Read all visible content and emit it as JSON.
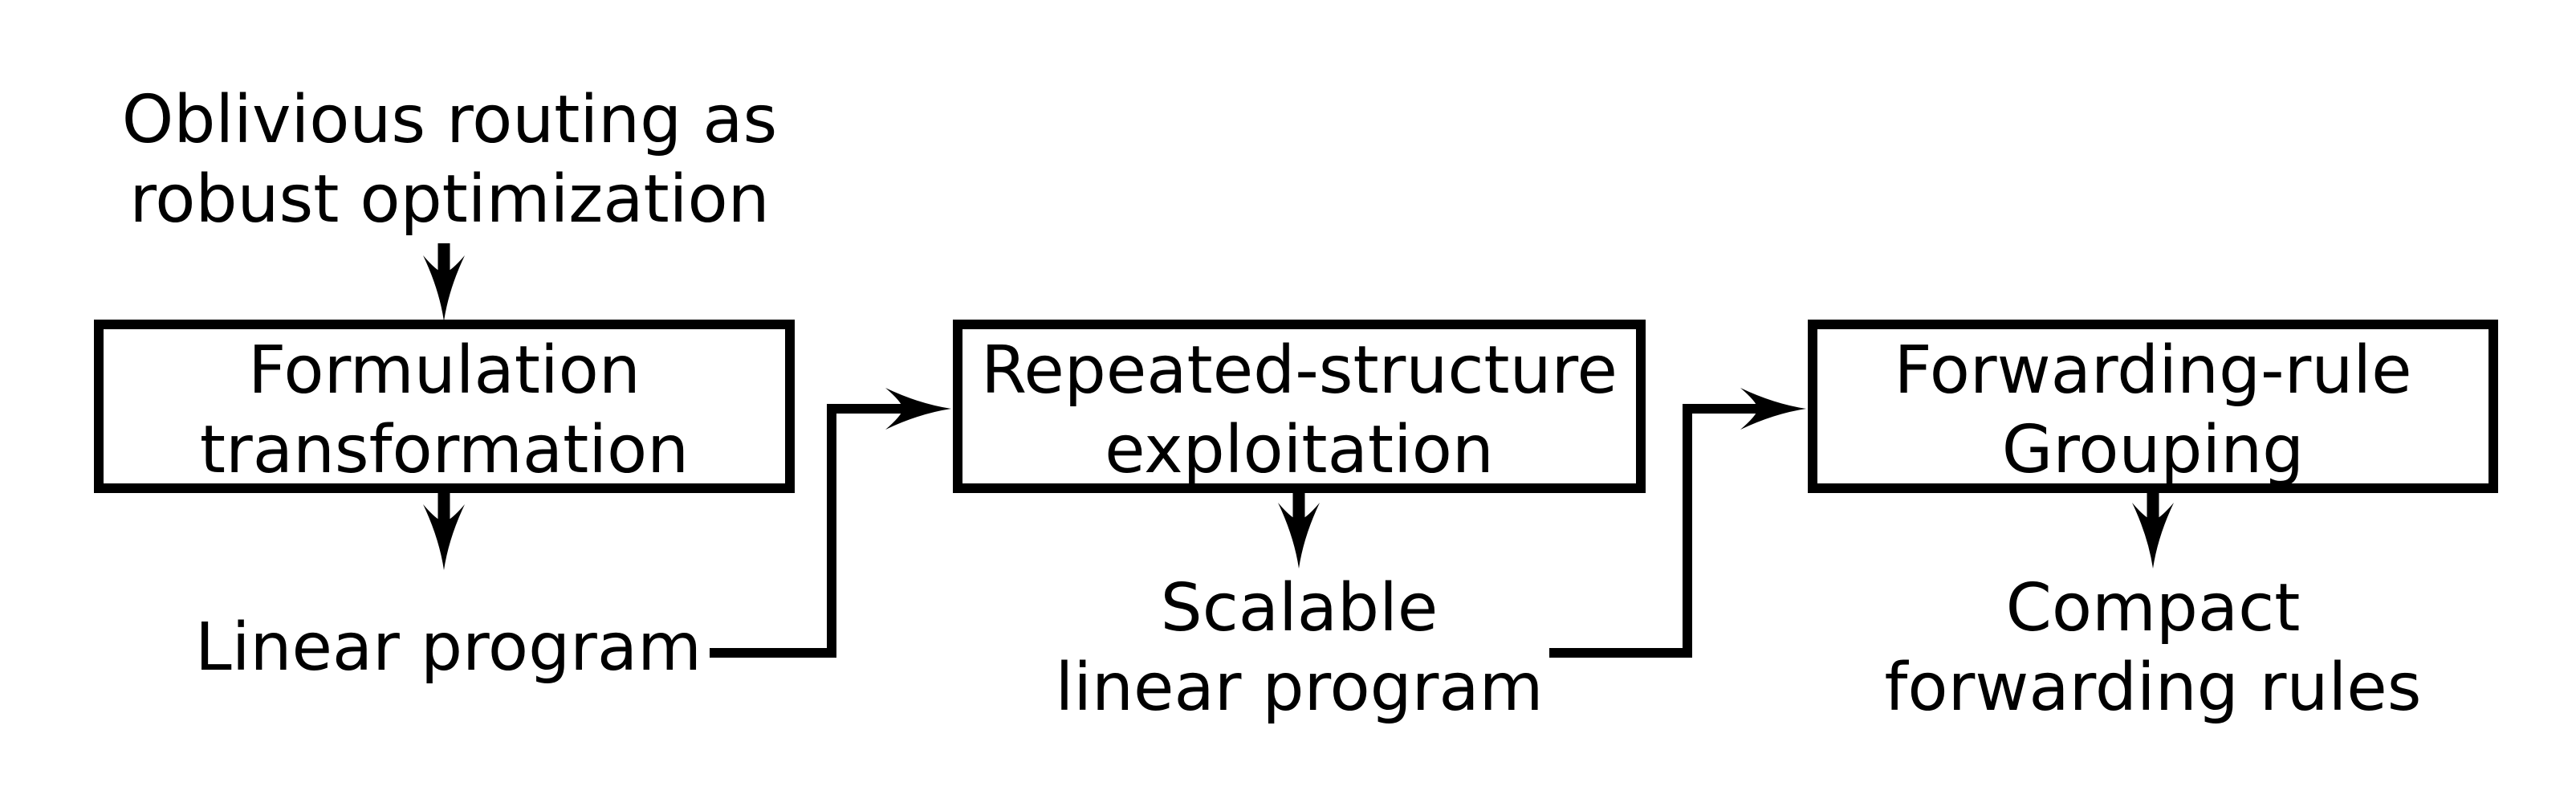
{
  "canvas": {
    "background_color": "#ffffff",
    "ink_color": "#000000"
  },
  "diagram": {
    "source_label": [
      "Oblivious routing as",
      "robust optimization"
    ],
    "boxes": [
      {
        "lines": [
          "Formulation",
          "transformation"
        ]
      },
      {
        "lines": [
          "Repeated-structure",
          "exploitation"
        ]
      },
      {
        "lines": [
          "Forwarding-rule",
          "Grouping"
        ]
      }
    ],
    "outputs": [
      {
        "lines": [
          "Linear program"
        ]
      },
      {
        "lines": [
          "Scalable",
          "linear program"
        ]
      },
      {
        "lines": [
          "Compact",
          "forwarding rules"
        ]
      }
    ]
  }
}
